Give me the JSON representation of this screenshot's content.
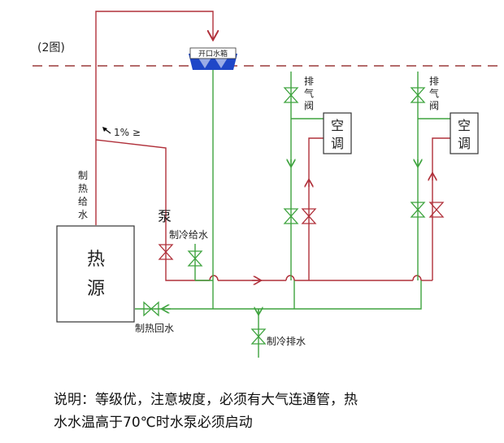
{
  "figure_label": "(2图)",
  "labels": {
    "tank": "开口水箱",
    "slope": "1% ≥",
    "heating_supply": [
      "制",
      "热",
      "给",
      "水"
    ],
    "pump": "泵",
    "cooling_supply": "制冷给水",
    "heat_source": [
      "热",
      "源"
    ],
    "heating_return": "制热回水",
    "cooling_drain": "制冷排水",
    "vent_valve_1": [
      "排",
      "气",
      "阀"
    ],
    "vent_valve_2": [
      "排",
      "气",
      "阀"
    ],
    "ac_unit_1": [
      "空",
      "调"
    ],
    "ac_unit_2": [
      "空",
      "调"
    ]
  },
  "note": {
    "line1": "说明：等级优，注意坡度，必须有大气连通管，热",
    "line2": "水水温高于70℃时水泵必须启动"
  },
  "colors": {
    "hot_pipe": "#b0303a",
    "cold_pipe": "#3ea33e",
    "datum_line": "#9a3a3a",
    "tank": "#1f47c8"
  }
}
